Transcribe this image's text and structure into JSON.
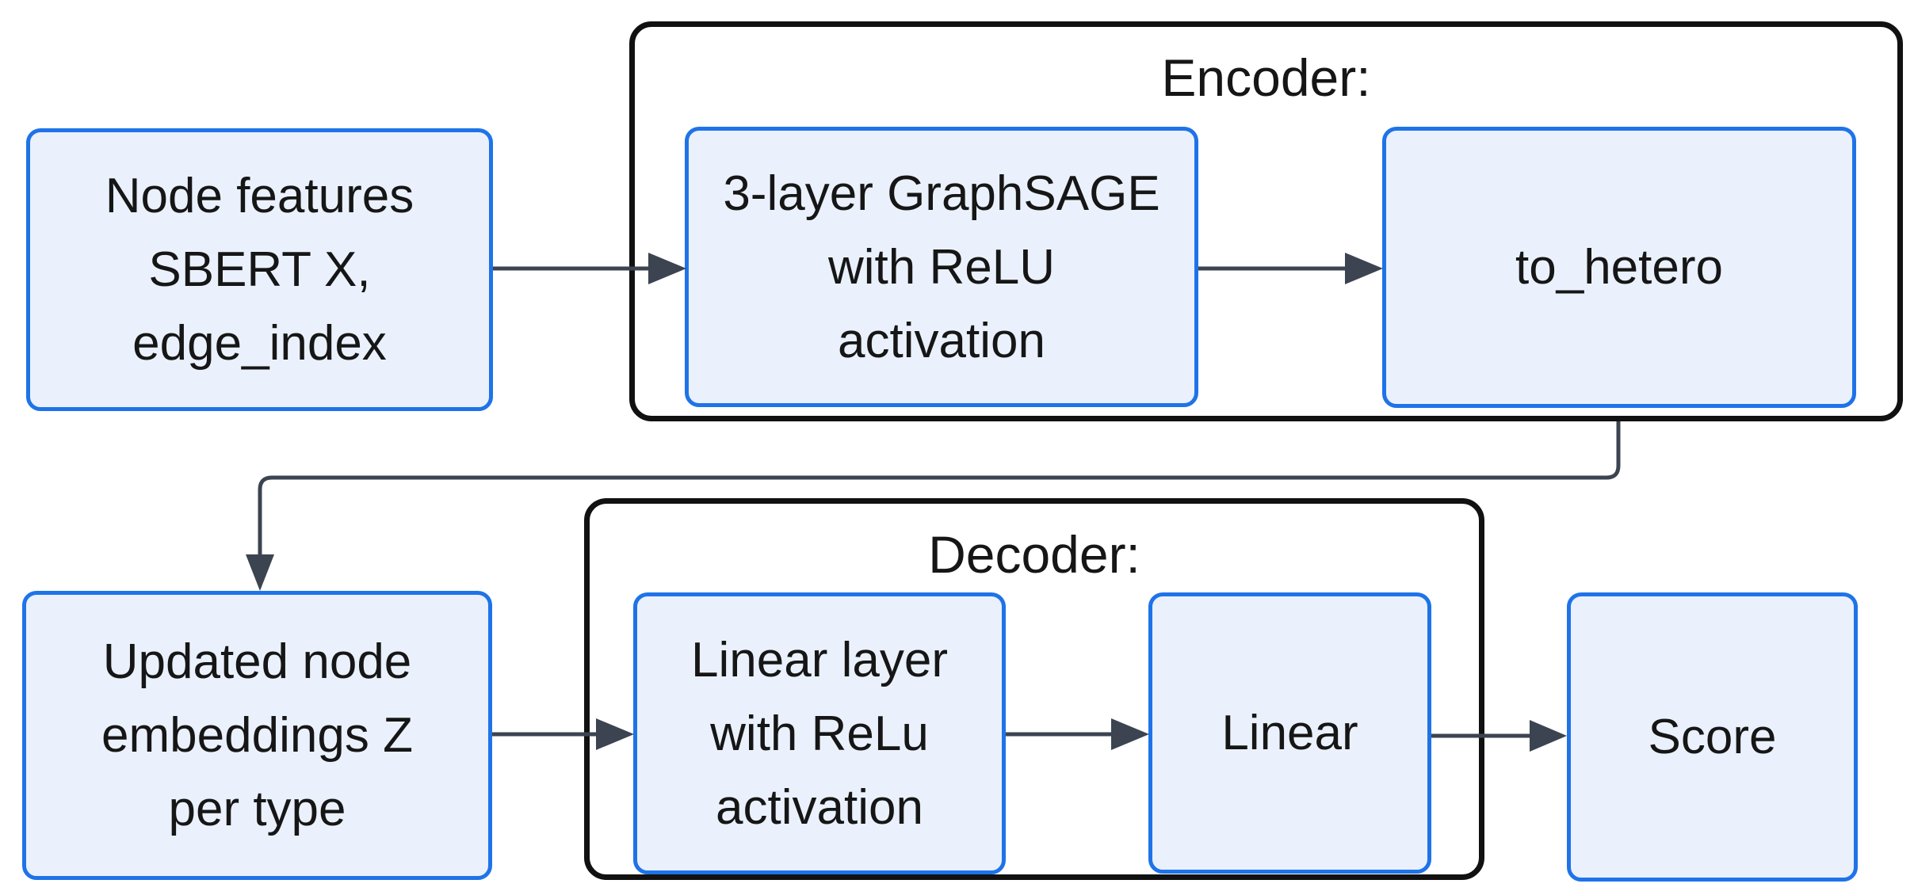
{
  "diagram": {
    "groups": {
      "encoder": {
        "label": "Encoder:"
      },
      "decoder": {
        "label": "Decoder:"
      }
    },
    "nodes": {
      "input": {
        "lines": [
          "Node features",
          "SBERT X,",
          "edge_index"
        ]
      },
      "graphsage": {
        "lines": [
          "3-layer GraphSAGE",
          "with ReLU",
          "activation"
        ]
      },
      "to_hetero": {
        "lines": [
          "to_hetero"
        ]
      },
      "embeddings": {
        "lines": [
          "Updated node",
          "embeddings Z",
          "per type"
        ]
      },
      "linear_relu": {
        "lines": [
          "Linear layer",
          "with ReLu",
          "activation"
        ]
      },
      "linear": {
        "lines": [
          "Linear"
        ]
      },
      "score": {
        "lines": [
          "Score"
        ]
      }
    },
    "edges": [
      {
        "from": "input",
        "to": "graphsage"
      },
      {
        "from": "graphsage",
        "to": "to_hetero"
      },
      {
        "from": "to_hetero",
        "to": "embeddings"
      },
      {
        "from": "embeddings",
        "to": "linear_relu"
      },
      {
        "from": "linear_relu",
        "to": "linear"
      },
      {
        "from": "linear",
        "to": "score"
      }
    ]
  },
  "theme": {
    "node_fill": "#eaf1fc",
    "node_border": "#1f73e8",
    "group_border": "#111111",
    "arrow_color": "#3b4450",
    "text_color": "#161616",
    "background": "#ffffff"
  }
}
